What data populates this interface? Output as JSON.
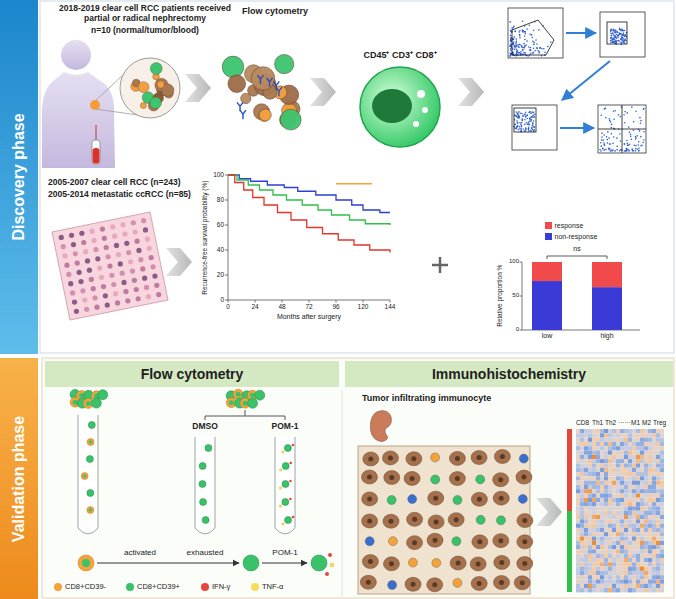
{
  "diagram": {
    "nodes": [
      {
        "text": [
          "Discovery phase"
        ]
      },
      {
        "text": [
          "Validation phase"
        ]
      },
      {
        "text": [
          "Flow cytometry"
        ]
      },
      {
        "text": [
          "Immunohistochemistry"
        ]
      }
    ],
    "labels": [
      "2018-2019 clear cell RCC patients received partial or radical nephrectomy",
      "n=10 (normal/tumor/blood)",
      "Flow cytometry",
      "CD45⁺ CD3⁺ CD8⁺",
      "2005-2007 clear cell RCC (n=243)",
      "2005-2014 metastatic ccRCC (n=85)",
      "Recurrence-free survival probability (%)",
      "100",
      "80",
      "60",
      "40",
      "20",
      "0",
      "0",
      "24",
      "48",
      "72",
      "96",
      "120",
      "144",
      "Months after surgery",
      "ns",
      "Relative proportion %",
      "100",
      "50",
      "0",
      "low",
      "high",
      "DMSO",
      "POM-1",
      "activated",
      "exhausted",
      "POM-1",
      "Tumor infiltrating immunocyte",
      "CD8",
      "Th1",
      "Th2",
      "······",
      "M1",
      "M2",
      "Treg"
    ],
    "legend": [
      {
        "text": "response",
        "color": "#f04a4a"
      },
      {
        "text": "non-response",
        "color": "#3a3ad6"
      },
      {
        "text": "CD8+CD39-",
        "color": "#f3a33a"
      },
      {
        "text": "CD8+CD39+",
        "color": "#39c26a"
      },
      {
        "text": "IFN-γ",
        "color": "#e8453c"
      },
      {
        "text": "TNF-α",
        "color": "#f7dc5a"
      }
    ]
  }
}
